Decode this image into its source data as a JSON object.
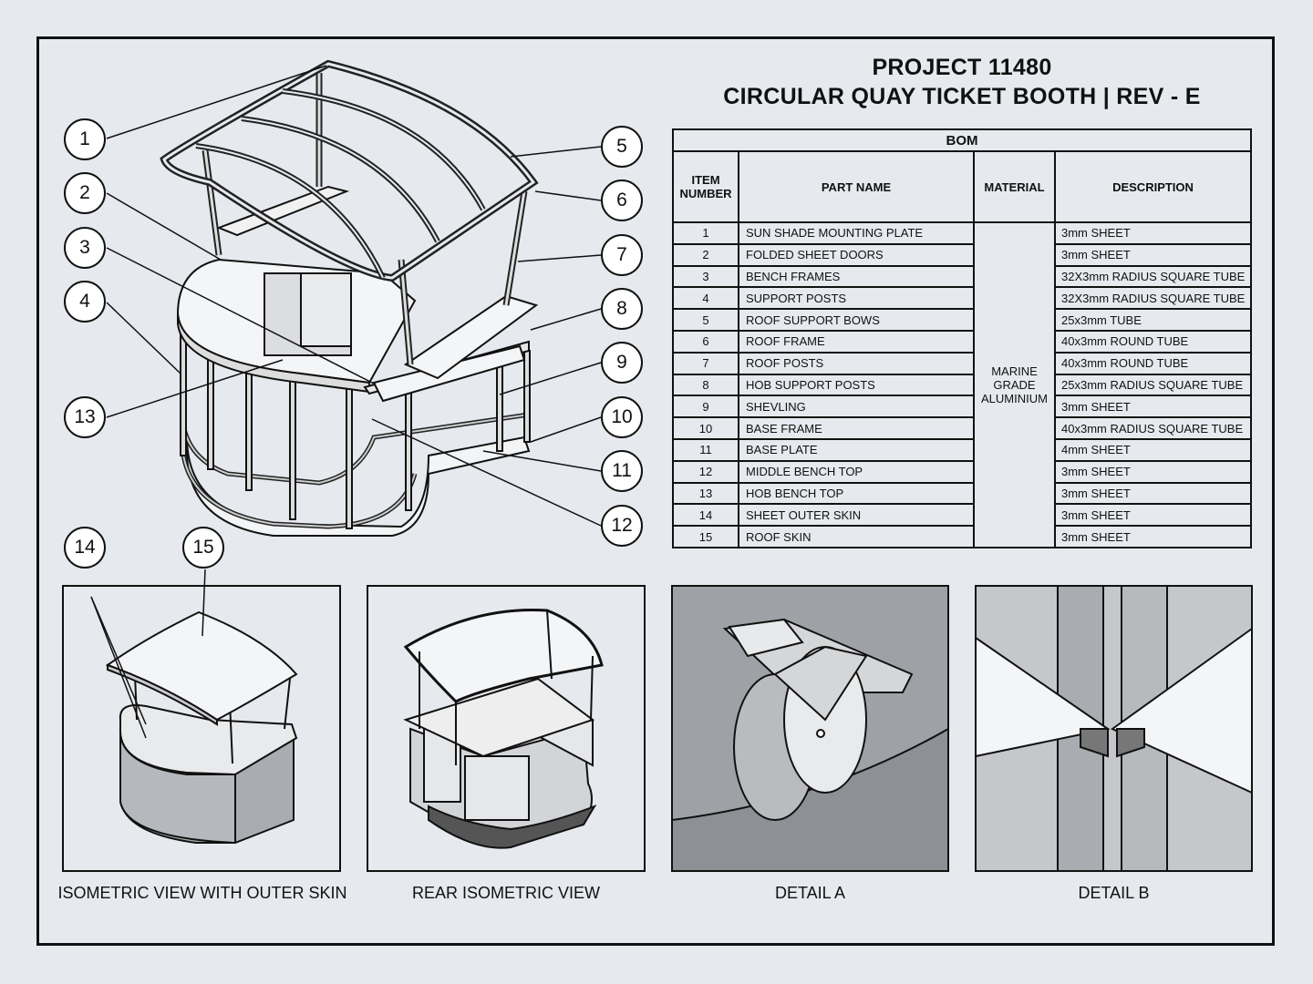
{
  "title": {
    "line1": "PROJECT 11480",
    "line2": "CIRCULAR QUAY TICKET BOOTH | REV - E"
  },
  "bom": {
    "heading": "BOM",
    "columns": {
      "item": "ITEM NUMBER",
      "part": "PART NAME",
      "material": "MATERIAL",
      "description": "DESCRIPTION"
    },
    "material_all": "MARINE GRADE ALUMINIUM",
    "rows": [
      {
        "item": "1",
        "part": "SUN SHADE MOUNTING PLATE",
        "desc": "3mm SHEET"
      },
      {
        "item": "2",
        "part": "FOLDED SHEET DOORS",
        "desc": "3mm SHEET"
      },
      {
        "item": "3",
        "part": "BENCH FRAMES",
        "desc": "32X3mm RADIUS SQUARE TUBE"
      },
      {
        "item": "4",
        "part": "SUPPORT POSTS",
        "desc": "32X3mm RADIUS SQUARE TUBE"
      },
      {
        "item": "5",
        "part": "ROOF SUPPORT BOWS",
        "desc": "25x3mm TUBE"
      },
      {
        "item": "6",
        "part": "ROOF FRAME",
        "desc": "40x3mm ROUND TUBE"
      },
      {
        "item": "7",
        "part": "ROOF POSTS",
        "desc": "40x3mm ROUND TUBE"
      },
      {
        "item": "8",
        "part": "HOB SUPPORT POSTS",
        "desc": "25x3mm RADIUS SQUARE TUBE"
      },
      {
        "item": "9",
        "part": "SHEVLING",
        "desc": "3mm SHEET"
      },
      {
        "item": "10",
        "part": "BASE FRAME",
        "desc": "40x3mm RADIUS SQUARE TUBE"
      },
      {
        "item": "11",
        "part": "BASE PLATE",
        "desc": "4mm SHEET"
      },
      {
        "item": "12",
        "part": "MIDDLE BENCH TOP",
        "desc": "3mm SHEET"
      },
      {
        "item": "13",
        "part": "HOB BENCH TOP",
        "desc": "3mm SHEET"
      },
      {
        "item": "14",
        "part": "SHEET OUTER SKIN",
        "desc": "3mm SHEET"
      },
      {
        "item": "15",
        "part": "ROOF SKIN",
        "desc": "3mm SHEET"
      }
    ]
  },
  "callouts": [
    "1",
    "2",
    "3",
    "4",
    "5",
    "6",
    "7",
    "8",
    "9",
    "10",
    "11",
    "12",
    "13",
    "14",
    "15"
  ],
  "views": {
    "iso_skin": "ISOMETRIC VIEW WITH OUTER SKIN",
    "rear": "REAR ISOMETRIC VIEW",
    "detail_a": "DETAIL A",
    "detail_b": "DETAIL B"
  }
}
